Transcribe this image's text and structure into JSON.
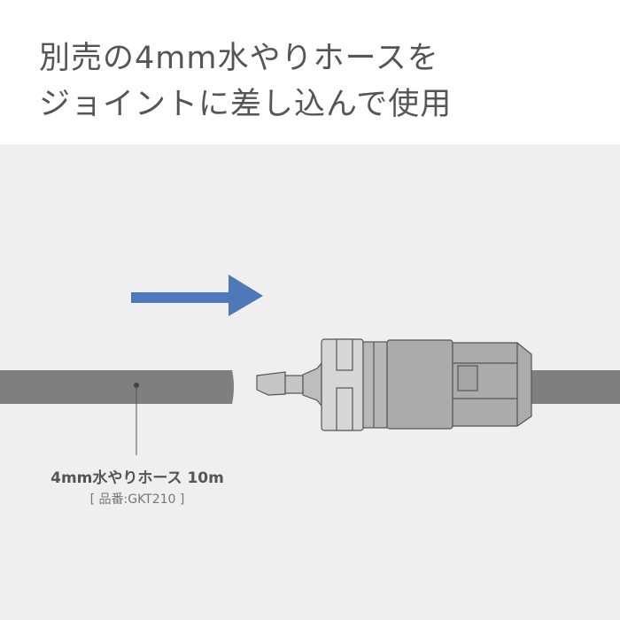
{
  "title": {
    "line1": "別売の4mm水やりホースを",
    "line2": "ジョイントに差し込んで使用"
  },
  "hose_label": {
    "name": "4mm水やりホース 10m",
    "code": "[ 品番:GKT210 ]"
  },
  "colors": {
    "arrow": "#4f78b8",
    "hose": "#7f7f7f",
    "background": "#efefef"
  }
}
